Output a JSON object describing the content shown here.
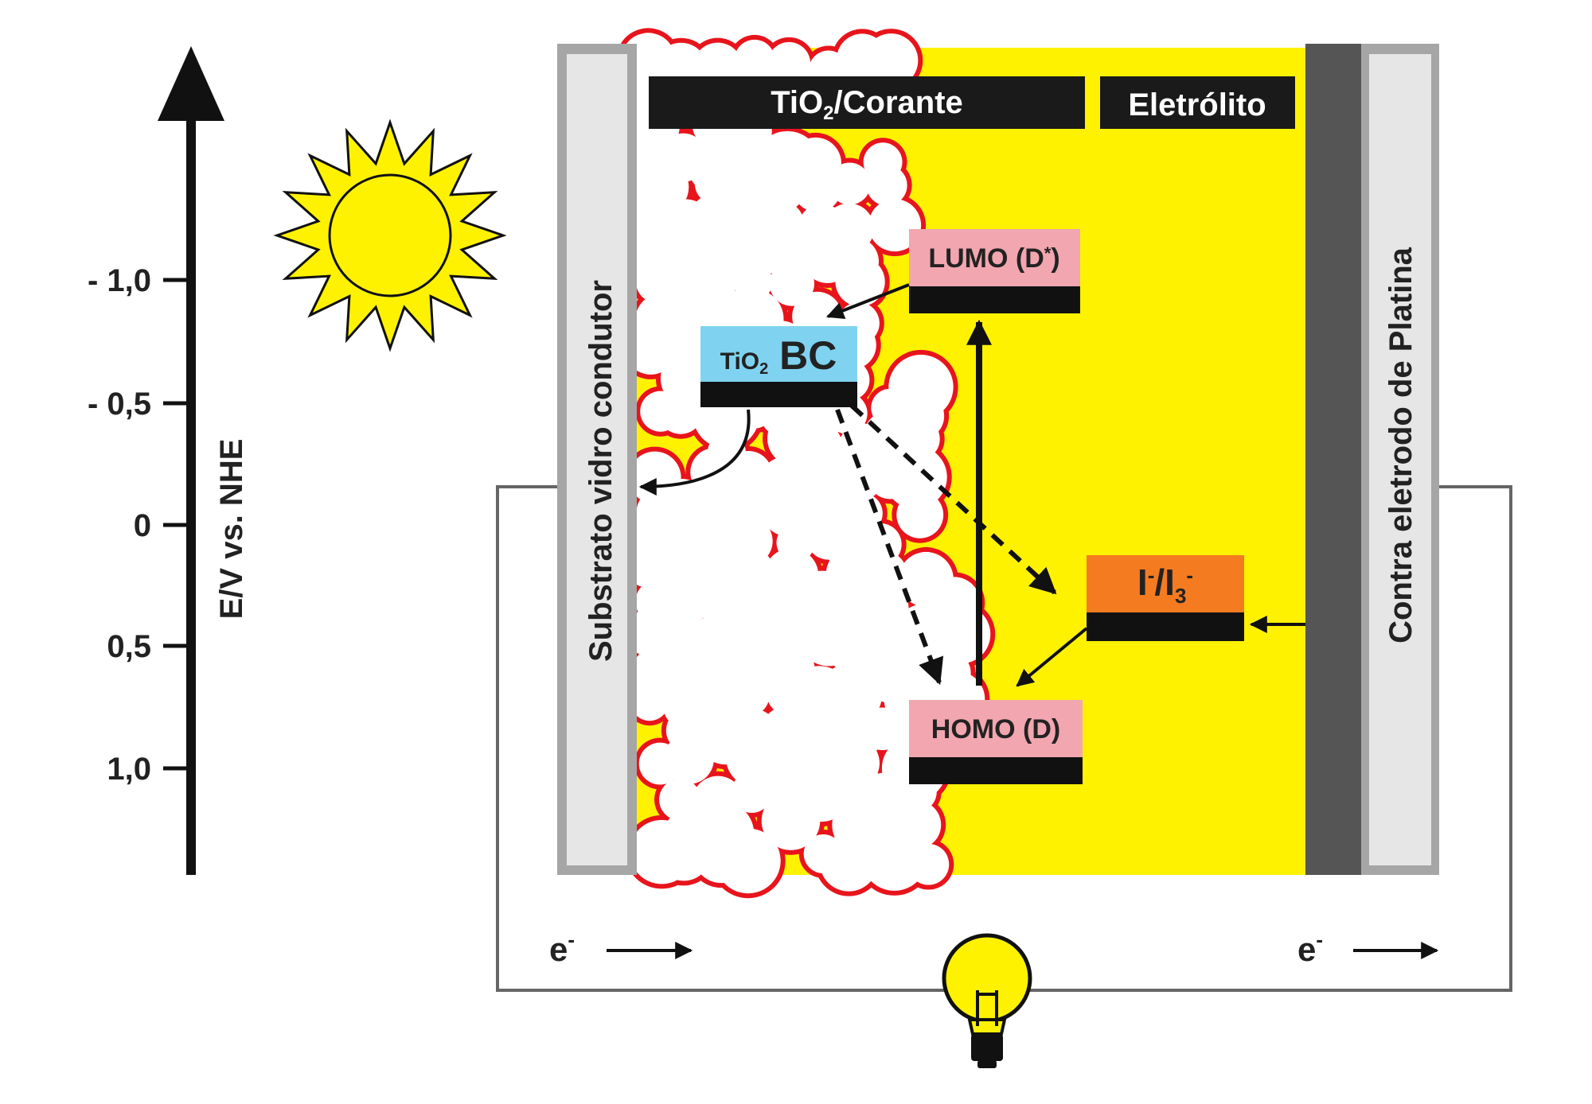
{
  "axis": {
    "label": "E/V vs. NHE",
    "ticks": [
      "- 1,0",
      "- 0,5",
      "0",
      "0,5",
      "1,0"
    ]
  },
  "labels": {
    "tio2_dye": [
      "TiO",
      "2",
      "/Corante"
    ],
    "electrolyte": "Eletrólito",
    "substrate": "Substrato vidro condutor",
    "counter_electrode": "Contra eletrodo de Platina",
    "lumo": [
      "LUMO (D",
      "*",
      ")"
    ],
    "tio2_bc": [
      "TiO",
      "2",
      " BC"
    ],
    "homo": "HOMO (D)",
    "redox": [
      "I",
      "-",
      "/I",
      "3",
      "-"
    ],
    "electron_left": [
      "e",
      "-"
    ],
    "electron_right": [
      "e",
      "-"
    ]
  },
  "icons": [
    "sun-icon",
    "light-bulb-icon"
  ],
  "colors": {
    "electrolyte": "#fff200",
    "nanoparticle_outline": "#e8141c",
    "glass": "#e6e6e6",
    "glass_border": "#a6a6a6",
    "platinum": "#555555",
    "lumo_box": "#f2a6b0",
    "tio2_box": "#7fd3f0",
    "redox_box": "#f47b20",
    "sun": "#fff200",
    "bulb": "#fff200"
  }
}
